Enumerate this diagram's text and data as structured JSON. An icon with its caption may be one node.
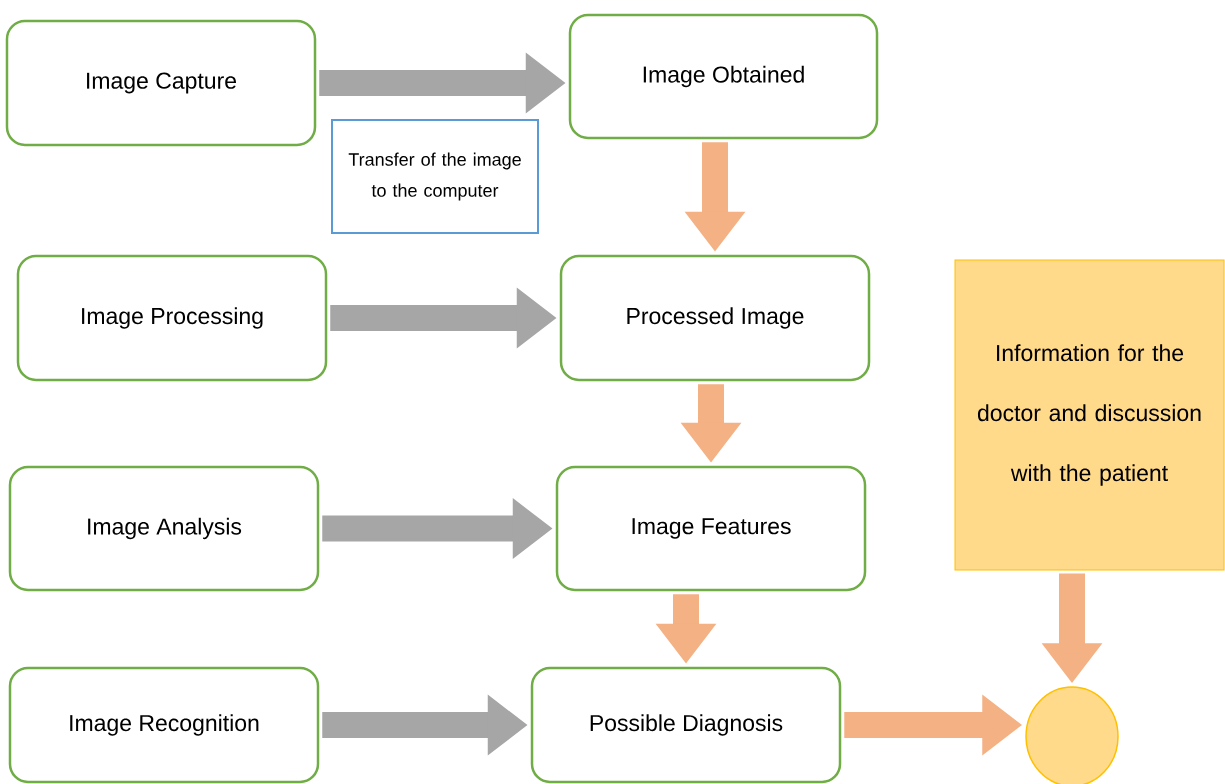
{
  "diagram": {
    "nodes": [
      {
        "text": [
          "Image Capture"
        ]
      },
      {
        "text": [
          "Image Obtained"
        ]
      },
      {
        "text": [
          "Transfer of the image to the computer"
        ]
      },
      {
        "text": [
          "Image Processing"
        ]
      },
      {
        "text": [
          "Processed Image"
        ]
      },
      {
        "text": [
          "Information for the doctor and discussion with the patient"
        ]
      },
      {
        "text": [
          "Image Analysis"
        ]
      },
      {
        "text": [
          "Image Features"
        ]
      },
      {
        "text": [
          "Image Recognition"
        ]
      },
      {
        "text": [
          "Possible Diagnosis"
        ]
      },
      {
        "text": [],
        "shape": "circle"
      }
    ],
    "edges": [
      {
        "from": 0,
        "to": 1,
        "arrow": "to",
        "color": "#a6a6a6"
      },
      {
        "from": 1,
        "to": 4,
        "arrow": "to"
      },
      {
        "from": 3,
        "to": 4,
        "arrow": "to",
        "color": "#a6a6a6"
      },
      {
        "from": 4,
        "to": 7,
        "arrow": "to"
      },
      {
        "from": 6,
        "to": 7,
        "arrow": "to",
        "color": "#a6a6a6"
      },
      {
        "from": 7,
        "to": 9,
        "arrow": "to"
      },
      {
        "from": 8,
        "to": 9,
        "arrow": "to",
        "color": "#a6a6a6"
      },
      {
        "from": 9,
        "to": 10,
        "arrow": "to"
      },
      {
        "from": 5,
        "to": 10,
        "arrow": "to"
      }
    ]
  }
}
